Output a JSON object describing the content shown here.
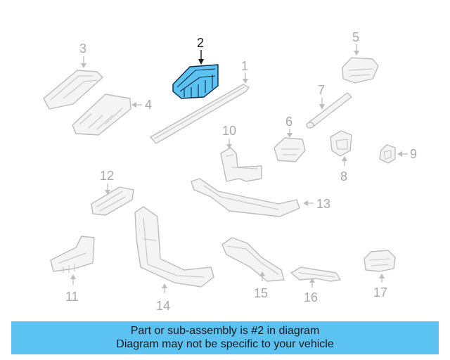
{
  "callouts": {
    "c1": "1",
    "c2": "2",
    "c3": "3",
    "c4": "4",
    "c5": "5",
    "c6": "6",
    "c7": "7",
    "c8": "8",
    "c9": "9",
    "c10": "10",
    "c11": "11",
    "c12": "12",
    "c13": "13",
    "c14": "14",
    "c15": "15",
    "c16": "16",
    "c17": "17"
  },
  "highlighted_part": "2",
  "colors": {
    "highlight": "#5bc2f2",
    "outline": "#bdbdbd",
    "banner": "#5bc2f2"
  },
  "banner": {
    "line1": "Part or sub-assembly is #2 in diagram",
    "line2": "Diagram may not be specific to your vehicle"
  }
}
